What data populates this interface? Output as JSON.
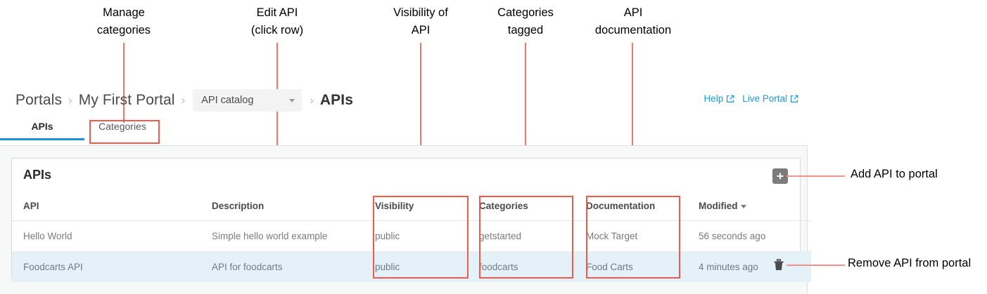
{
  "breadcrumb": {
    "items": [
      {
        "label": "Portals",
        "type": "link"
      },
      {
        "label": "My First Portal",
        "type": "link"
      },
      {
        "label": "API catalog",
        "type": "select"
      },
      {
        "label": "APIs",
        "type": "current"
      }
    ],
    "separator": "›"
  },
  "top_links": [
    {
      "label": "Help",
      "icon": "external-link-icon"
    },
    {
      "label": "Live Portal",
      "icon": "external-link-icon"
    }
  ],
  "tabs": [
    {
      "label": "APIs",
      "active": true
    },
    {
      "label": "Categories",
      "active": false
    }
  ],
  "card": {
    "title": "APIs",
    "add_button_icon": "plus-icon",
    "delete_row_icon": "trash-icon"
  },
  "table": {
    "columns": [
      {
        "key": "api",
        "label": "API",
        "sorted": false
      },
      {
        "key": "description",
        "label": "Description",
        "sorted": false
      },
      {
        "key": "visibility",
        "label": "Visibility",
        "sorted": false
      },
      {
        "key": "categories",
        "label": "Categories",
        "sorted": false
      },
      {
        "key": "documentation",
        "label": "Documentation",
        "sorted": false
      },
      {
        "key": "modified",
        "label": "Modified",
        "sorted": true,
        "sort_dir": "desc"
      }
    ],
    "rows": [
      {
        "api": "Hello World",
        "description": "Simple hello world example",
        "visibility": "public",
        "categories": "getstarted",
        "documentation": "Mock Target",
        "modified": "56 seconds ago",
        "selected": false
      },
      {
        "api": "Foodcarts API",
        "description": "API for foodcarts",
        "visibility": "public",
        "categories": "foodcarts",
        "documentation": "Food Carts",
        "modified": "4 minutes ago",
        "selected": true
      }
    ]
  },
  "annotations": {
    "callouts": [
      {
        "id": "manage-categories",
        "text": "Manage\ncategories"
      },
      {
        "id": "edit-api",
        "text": "Edit API\n(click row)"
      },
      {
        "id": "visibility-of-api",
        "text": "Visibility of\nAPI"
      },
      {
        "id": "categories-tagged",
        "text": "Categories\ntagged"
      },
      {
        "id": "api-documentation",
        "text": "API\ndocumentation"
      },
      {
        "id": "add-api-to-portal",
        "text": "Add API to portal"
      },
      {
        "id": "remove-api-from-portal",
        "text": "Remove API from portal"
      }
    ]
  },
  "colors": {
    "annotation_line": "#f4756a",
    "annotation_box": "#f4594b",
    "tab_active_underline": "#1b8fd1",
    "link": "#1b9ad6",
    "selected_row": "#e4f1f8",
    "add_button": "#7b7b7b"
  }
}
